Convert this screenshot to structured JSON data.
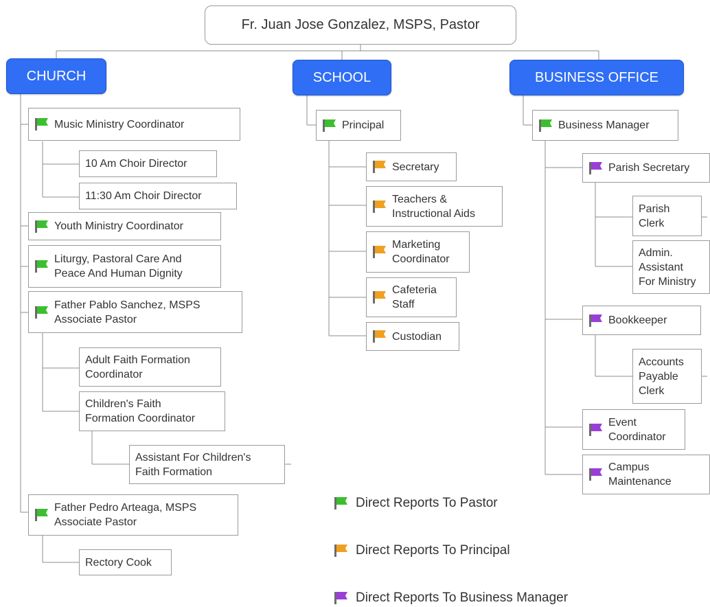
{
  "colors": {
    "pastor_flag": "#3bbf2f",
    "principal_flag": "#f0a020",
    "business_flag": "#9a3fd6",
    "department_fill": "#2f6ef5"
  },
  "root": "Fr. Juan Jose Gonzalez, MSPS, Pastor",
  "departments": {
    "church": "CHURCH",
    "school": "SCHOOL",
    "business": "BUSINESS OFFICE"
  },
  "church": {
    "music_coordinator": "Music Ministry Coordinator",
    "choir_10": "10 Am Choir Director",
    "choir_1130": "11:30 Am Choir Director",
    "youth_coordinator": "Youth Ministry Coordinator",
    "liturgy": [
      "Liturgy, Pastoral Care And",
      "Peace And Human Dignity"
    ],
    "pablo": [
      "Father Pablo Sanchez, MSPS",
      "Associate Pastor"
    ],
    "adult_faith": [
      "Adult Faith Formation",
      "Coordinator"
    ],
    "children_faith": [
      "Children's Faith",
      "Formation Coordinator"
    ],
    "assistant_children": [
      "Assistant For Children's",
      "Faith Formation"
    ],
    "pedro": [
      "Father Pedro Arteaga, MSPS",
      "Associate Pastor"
    ],
    "rectory_cook": "Rectory Cook"
  },
  "school": {
    "principal": "Principal",
    "secretary": "Secretary",
    "teachers": [
      "Teachers &",
      "Instructional Aids"
    ],
    "marketing": [
      "Marketing",
      "Coordinator"
    ],
    "cafeteria": [
      "Cafeteria",
      "Staff"
    ],
    "custodian": "Custodian"
  },
  "business": {
    "manager": "Business Manager",
    "parish_secretary": "Parish Secretary",
    "parish_clerk": [
      "Parish",
      "Clerk"
    ],
    "admin_assistant": [
      "Admin.",
      "Assistant",
      "For Ministry"
    ],
    "bookkeeper": "Bookkeeper",
    "accounts_payable": [
      "Accounts",
      "Payable",
      "Clerk"
    ],
    "event_coordinator": [
      "Event",
      "Coordinator"
    ],
    "campus_maintenance": [
      "Campus",
      "Maintenance"
    ]
  },
  "legend": {
    "pastor": "Direct Reports To Pastor",
    "principal": "Direct Reports To Principal",
    "business": "Direct Reports To Business Manager"
  }
}
